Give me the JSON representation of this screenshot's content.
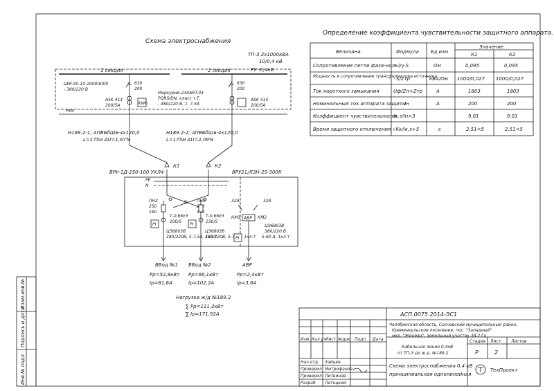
{
  "side_stamp": {
    "inv_orig": "Инв.№ подл.",
    "sign_date": "Подпись и дата",
    "vzam": "Взам.инв.№"
  },
  "scheme": {
    "title": "Схема электроснабжения",
    "tp_label": "ТП-3 2х1000кВА",
    "tp_voltage": "10/0,4 кВ",
    "ru": "РУ -0,4кВ",
    "section1": "1 секция",
    "section2": "2 секция",
    "tt1": "ШМ-У0-10-2000(600)",
    "tt1b": "- 380/220 В",
    "sw1a": "630",
    "sw1b": "200",
    "sw2a": "630",
    "sw2b": "200",
    "meter_center_1": "Меркурий-230АRT-03",
    "meter_center_2": "PQRSIDN, класс т.Т,",
    "meter_center_3": "- 380/220 В, 1, 7,5А",
    "ask1a": "ASK 414",
    "ask1b": "200/5А",
    "ask2a": "ASK 414",
    "ask2b": "200/5А",
    "pen": "PEN",
    "cable1_a": "Н189.2-1; АПВБбШв-4х120,0",
    "cable1_b": "L=175м  ΔU=1,67%",
    "cable2_a": "Н189.2-2; АПВБбШв-4х120,0",
    "cable2_b": "L=175м  ΔU=2,09%",
    "vru_left": "ВРУ-1Д-250-100 УХЛ4",
    "vru_right": "ВРУ21/ЛЗН-25-300К",
    "k1": "К1",
    "k2": "К2",
    "pe": "РЕ",
    "n": "N",
    "qs1a": "ПН2",
    "qs1b": "250",
    "qs1c": "160",
    "qs2a": "ПН2",
    "qs2b": "250",
    "qs2c": "150",
    "ct1": "Т-0,66УЗ",
    "ct1b": "100/5",
    "ct2": "Т-0,66УЗ",
    "ct2b": "150/5",
    "m1a": "ЦЭ6803В",
    "m1b": "380/220В, 5-7,5А, 1кл.т",
    "m2a": "ЦЭ6803В",
    "m2b": "380/220В, 5-7,5А, 1кл.т",
    "m3a": "ЦЭ6803В",
    "m3b": "380/220 В",
    "m3c": "5-60 А, 1кл.т",
    "avr_a": "32А",
    "avr_b": "32А",
    "km1": "КМ1",
    "km2": "КМ2",
    "avr_box": "АВР",
    "pi": "PI",
    "out1": "ВВод №1",
    "out2": "ВВод №2",
    "out3": "АВР",
    "p1a": "Рр=52,8кВт",
    "p1b": "Iр=81,6А",
    "p2a": "Рр=66,1кВт",
    "p2b": "Iр=102,2А",
    "p3a": "Рр=2,4кВт",
    "p3b": "Iр=3,6А",
    "load_title": "Нагрузка ж/д №189.2",
    "sum_p": "Рр=111,2кВт",
    "sum_i": "Iр=171,92А"
  },
  "table": {
    "title": "Определение коэффициента чувствительности защитного аппарата.",
    "headers": {
      "name": "Величина",
      "formula": "Формула",
      "unit": "Ед.изм",
      "value": "Значение",
      "k1": "К1",
      "k2": "К2"
    },
    "rows": [
      {
        "name": "Сопротивление петли фаза-ноль",
        "formula": "r·l/γ·S",
        "unit": "Ом",
        "k1": "0,095",
        "k2": "0,095"
      },
      {
        "name": "Мощность и сопротивление трансформатора источника",
        "formula": "S/Zтр",
        "unit": "кВА/Ом",
        "k1": "1000/0,027",
        "k2": "1000/0,027"
      },
      {
        "name": "Ток короткого замыкания",
        "formula": "Uф/Zп+Zтр",
        "unit": "А",
        "k1": "1803",
        "k2": "1803"
      },
      {
        "name": "Номинальный ток аппарата защиты",
        "formula": "Iн",
        "unit": "А",
        "k1": "200",
        "k2": "200"
      },
      {
        "name": "Коэффициент чувствительности",
        "formula": "Iк.з/Iн>3",
        "unit": "",
        "k1": "9,01",
        "k2": "9,01"
      },
      {
        "name": "Время защитного отключения",
        "formula": "√Kк/Iк.з+5",
        "unit": "с",
        "k1": "2,51<5",
        "k2": "2,51<5"
      }
    ]
  },
  "titleblock": {
    "code": "АСП.0075.2014-ЭС1",
    "address1": "Челябинская область, Сосновский муниципальный район,",
    "address2": "Кременкульское поселение, пос. \"Западный\"",
    "address3": "мкр. \"Женева\", земельный участок 38,2 Га",
    "obj1": "Кабельная линия 0,4кВ",
    "obj2": "от ТП-3 до ж.д. №189.2",
    "stage_h": "Стадия",
    "sheet_h": "Лист",
    "sheets_h": "Листов",
    "stage": "Р",
    "sheet": "2",
    "doc1": "Схема электроснабжения 0,4 кВ",
    "doc2": "принципиальная однолинейная",
    "company": "ТехПроект",
    "cols": {
      "izm": "Изм.",
      "kol": "Кол.уч",
      "list": "Лист",
      "ndoc": "№док.",
      "podp": "Подп.",
      "data": "Дата"
    },
    "roles": [
      {
        "role": "Нач.отд.",
        "name": "Зайцев"
      },
      {
        "role": "Проверил",
        "name": "Митрофанов"
      },
      {
        "role": "Проверил",
        "name": "Литвинов"
      },
      {
        "role": "Разраб",
        "name": "Потоцкий"
      }
    ]
  }
}
